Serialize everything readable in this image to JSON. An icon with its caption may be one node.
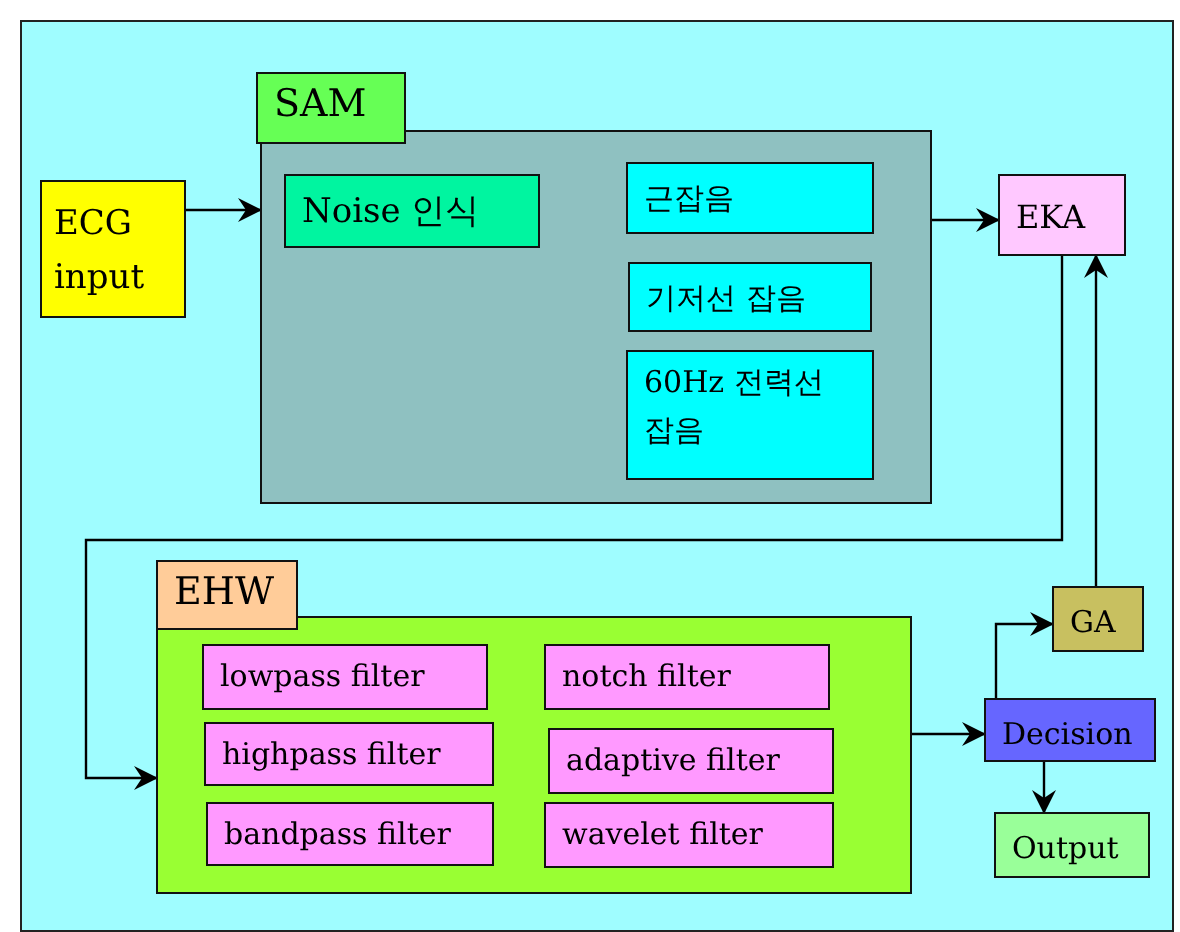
{
  "diagram": {
    "nodes": [
      {
        "text": [
          "ECG input"
        ]
      },
      {
        "text": [
          "SAM"
        ]
      },
      {
        "text": [
          "Noise 인식"
        ],
        "in": 1
      },
      {
        "text": [
          "근잡음"
        ],
        "in": 1
      },
      {
        "text": [
          "기저선 잡음"
        ],
        "in": 1
      },
      {
        "text": [
          "60Hz 전력선 잡음"
        ],
        "in": 1
      },
      {
        "text": [
          "EKA"
        ]
      },
      {
        "text": [
          "EHW"
        ]
      },
      {
        "text": [
          "lowpass filter"
        ],
        "in": 7
      },
      {
        "text": [
          "notch filter"
        ],
        "in": 7
      },
      {
        "text": [
          "highpass filter"
        ],
        "in": 7
      },
      {
        "text": [
          "adaptive filter"
        ],
        "in": 7
      },
      {
        "text": [
          "bandpass filter"
        ],
        "in": 7
      },
      {
        "text": [
          "wavelet filter"
        ],
        "in": 7
      },
      {
        "text": [
          "GA"
        ]
      },
      {
        "text": [
          "Decision"
        ]
      },
      {
        "text": [
          "Output"
        ]
      }
    ],
    "edges": [
      {
        "from": 0,
        "to": 1,
        "arrow": "to"
      },
      {
        "from": 1,
        "to": 6,
        "arrow": "to"
      },
      {
        "from": 6,
        "to": 7,
        "arrow": "to"
      },
      {
        "from": 7,
        "to": 15,
        "arrow": "to"
      },
      {
        "from": 15,
        "to": 14,
        "arrow": "to"
      },
      {
        "from": 14,
        "to": 6,
        "arrow": "to"
      },
      {
        "from": 15,
        "to": 16,
        "arrow": "to"
      }
    ]
  }
}
